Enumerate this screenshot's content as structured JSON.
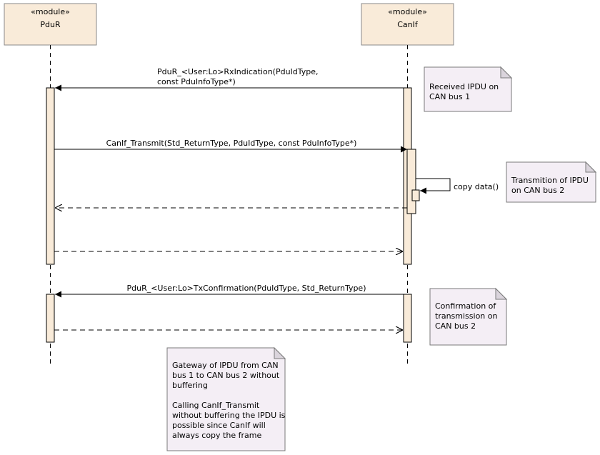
{
  "lifelines": [
    {
      "stereotype": "«module»",
      "name": "PduR"
    },
    {
      "stereotype": "«module»",
      "name": "CanIf"
    }
  ],
  "messages": [
    {
      "lines": [
        "PduR_<User:Lo>RxIndication(PduIdType,",
        "const PduInfoType*)"
      ]
    },
    {
      "lines": [
        "CanIf_Transmit(Std_ReturnType, PduIdType, const PduInfoType*)"
      ]
    },
    {
      "lines": [
        "copy data()"
      ]
    },
    {
      "lines": [
        "PduR_<User:Lo>TxConfirmation(PduIdType, Std_ReturnType)"
      ]
    }
  ],
  "notes": [
    {
      "lines": [
        "Received IPDU on",
        "CAN bus 1"
      ]
    },
    {
      "lines": [
        "Transmition of IPDU",
        "on CAN bus 2"
      ]
    },
    {
      "lines": [
        "Confirmation of",
        "transmission on",
        "CAN bus 2"
      ]
    },
    {
      "lines": [
        "Gateway of IPDU from CAN",
        "bus 1 to CAN bus 2 without",
        "buffering",
        "",
        "Calling CanIf_Transmit",
        "without buffering the IPDU is",
        "possible since CanIf will",
        "always copy the frame"
      ]
    }
  ]
}
